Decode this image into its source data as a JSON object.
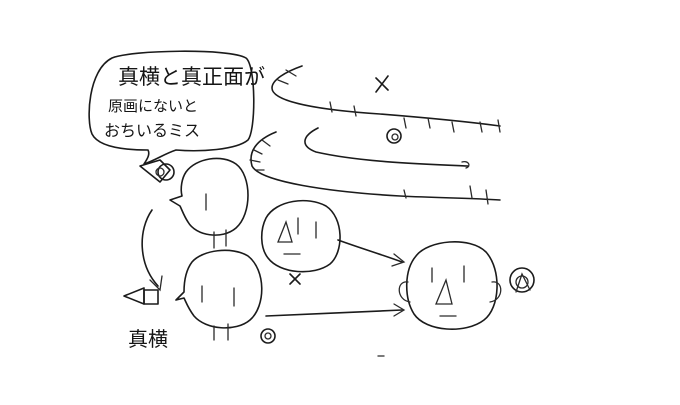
{
  "speech_bubble": {
    "line1": "真横と真正面が",
    "line2": "原画にないと",
    "line3": "おちいるミス"
  },
  "bottom_label": "真横",
  "colors": {
    "ink": "#1b1b1b",
    "background": "#ffffff"
  }
}
